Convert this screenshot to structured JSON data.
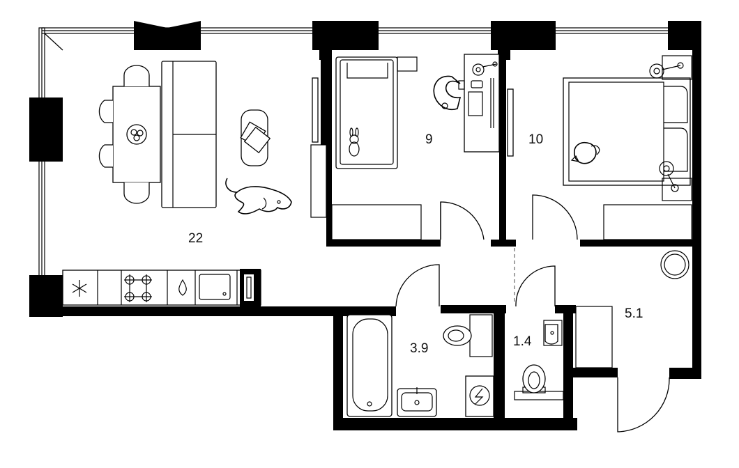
{
  "floor_plan": {
    "rooms": [
      {
        "id": "living-kitchen",
        "area": "22"
      },
      {
        "id": "bedroom-child",
        "area": "9"
      },
      {
        "id": "bedroom-master",
        "area": "10"
      },
      {
        "id": "bathroom",
        "area": "3.9"
      },
      {
        "id": "toilet",
        "area": "1.4"
      },
      {
        "id": "hallway",
        "area": "5.1"
      }
    ]
  }
}
